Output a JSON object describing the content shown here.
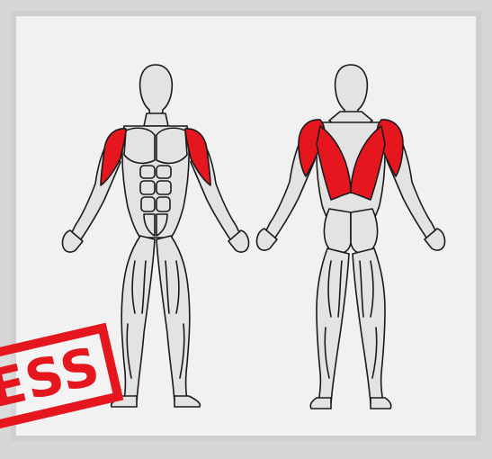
{
  "colors": {
    "muscle_highlight": "#e5161d",
    "muscle_base": "#e3e3e3",
    "outline": "#1a1a1a",
    "panel_background": "#f1f1f1",
    "frame_background": "#d6d6d6"
  },
  "figures": [
    {
      "view": "front",
      "highlighted_muscles": [
        "deltoids"
      ]
    },
    {
      "view": "back",
      "highlighted_muscles": [
        "rear-deltoids",
        "latissimus-dorsi"
      ]
    }
  ],
  "stamp": {
    "text": "ESS"
  }
}
